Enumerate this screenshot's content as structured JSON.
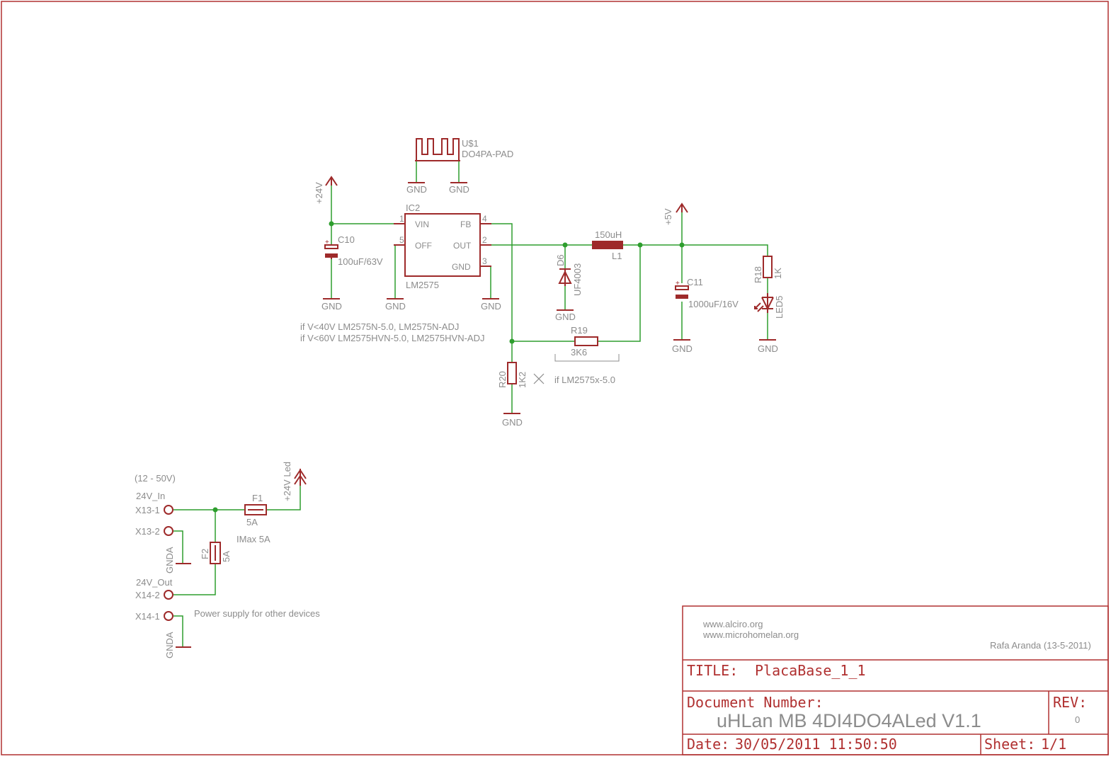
{
  "frame_color": "#b03030",
  "wire_color": "#2e9e2e",
  "symbol_color": "#9e2a2a",
  "text_color": "#8c8c8c",
  "regulator": {
    "name": "IC2",
    "part": "LM2575",
    "pins": {
      "vin": {
        "num": "1",
        "label": "VIN"
      },
      "off": {
        "num": "5",
        "label": "OFF"
      },
      "fb": {
        "num": "4",
        "label": "FB"
      },
      "out": {
        "num": "2",
        "label": "OUT"
      },
      "gnd": {
        "num": "3",
        "label": "GND"
      }
    },
    "note_line1": "if V<40V LM2575N-5.0, LM2575N-ADJ",
    "note_line2": "if V<60V LM2575HVN-5.0, LM2575HVN-ADJ"
  },
  "heatsink": {
    "name": "U$1",
    "value": "DO4PA-PAD"
  },
  "supplies": {
    "v24": "+24V",
    "v5": "+5V",
    "v24led": "+24V Led"
  },
  "gnd": "GND",
  "gnda": "GNDA",
  "c10": {
    "name": "C10",
    "value": "100uF/63V"
  },
  "c11": {
    "name": "C11",
    "value": "1000uF/16V"
  },
  "d6": {
    "name": "D6",
    "value": "UF4003"
  },
  "l1": {
    "name": "L1",
    "value": "150uH"
  },
  "r18": {
    "name": "R18",
    "value": "1K"
  },
  "led5": {
    "name": "LED5"
  },
  "r19": {
    "name": "R19",
    "value": "3K6"
  },
  "r20": {
    "name": "R20",
    "value": "1K2"
  },
  "r19_note": "if LM2575x-5.0",
  "input": {
    "range": "(12 - 50V)",
    "in_label": "24V_In",
    "out_label": "24V_Out",
    "x13_1": "X13-1",
    "x13_2": "X13-2",
    "x14_2": "X14-2",
    "x14_1": "X14-1",
    "f1": {
      "name": "F1",
      "value": "5A"
    },
    "f2": {
      "name": "F2",
      "value": "5A"
    },
    "imax": "IMax 5A",
    "other_devices": "Power supply for other devices"
  },
  "title_block": {
    "web1": "www.alciro.org",
    "web2": "www.microhomelan.org",
    "author": "Rafa Aranda (13-5-2011)",
    "title_label": "TITLE:",
    "title_value": "PlacaBase_1_1",
    "docnum_label": "Document Number:",
    "docnum_value": "uHLan MB 4DI4DO4ALed V1.1",
    "rev_label": "REV:",
    "rev_value": "0",
    "date_label": "Date:",
    "date_value": "30/05/2011 11:50:50",
    "sheet_label": "Sheet:",
    "sheet_value": "1/1"
  }
}
